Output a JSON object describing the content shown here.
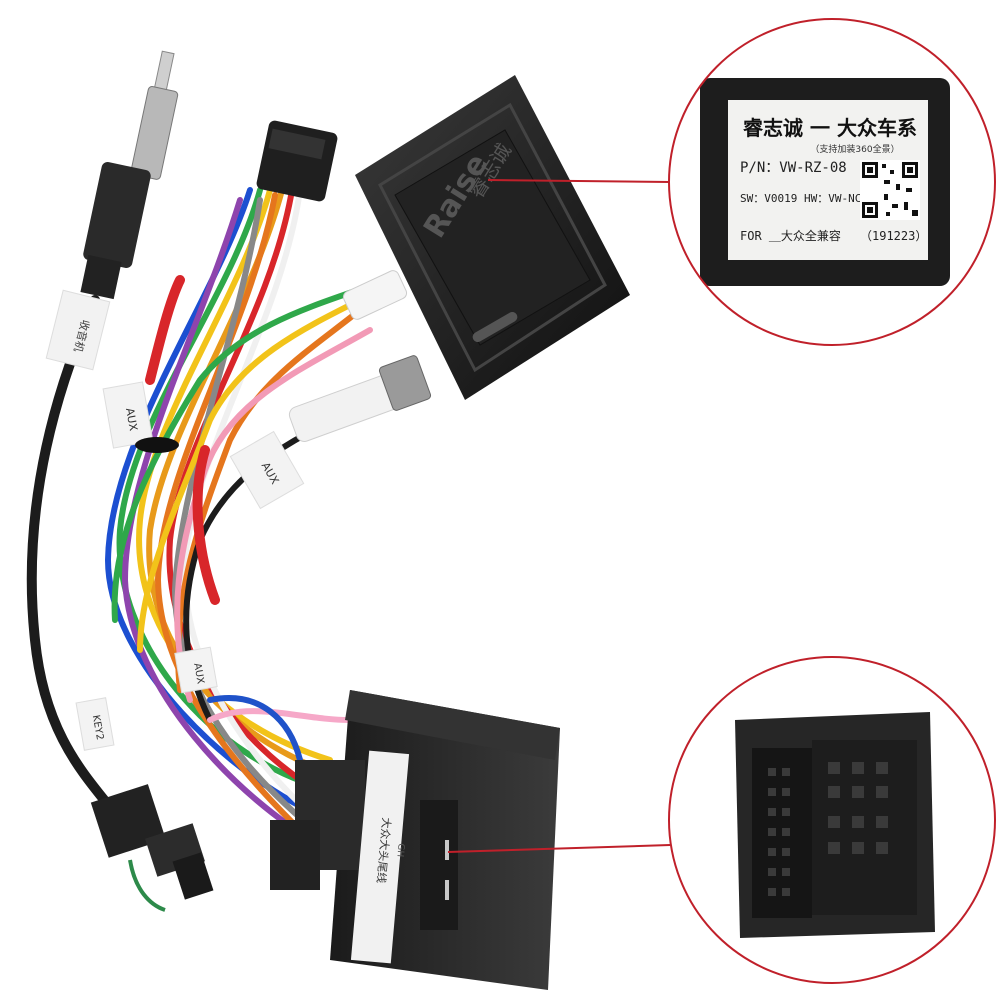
{
  "image": {
    "description_free": true
  },
  "label": {
    "title": "睿志诚 一 大众车系",
    "subtitle": "（支持加装360全景）",
    "pn": "P/N：VW-RZ-08",
    "sw_hw": "SW：V0019 HW：VW-NC03",
    "for": "FOR ＿大众全兼容",
    "date_code": "（191223）"
  },
  "box": {
    "brand": "Raise",
    "brand_cn": "睿志诚"
  },
  "tags": {
    "aux_1": "AUX",
    "aux_2": "AUX",
    "aux_3": "AUX",
    "key": "KEY2",
    "antenna": "收音机"
  },
  "connector": {
    "side_text": "大众大头尾线",
    "side_code": "GH"
  },
  "colors": {
    "callout_ring": "#c0202a",
    "box_black": "#1a1a1a",
    "connector_dark": "#262626"
  }
}
